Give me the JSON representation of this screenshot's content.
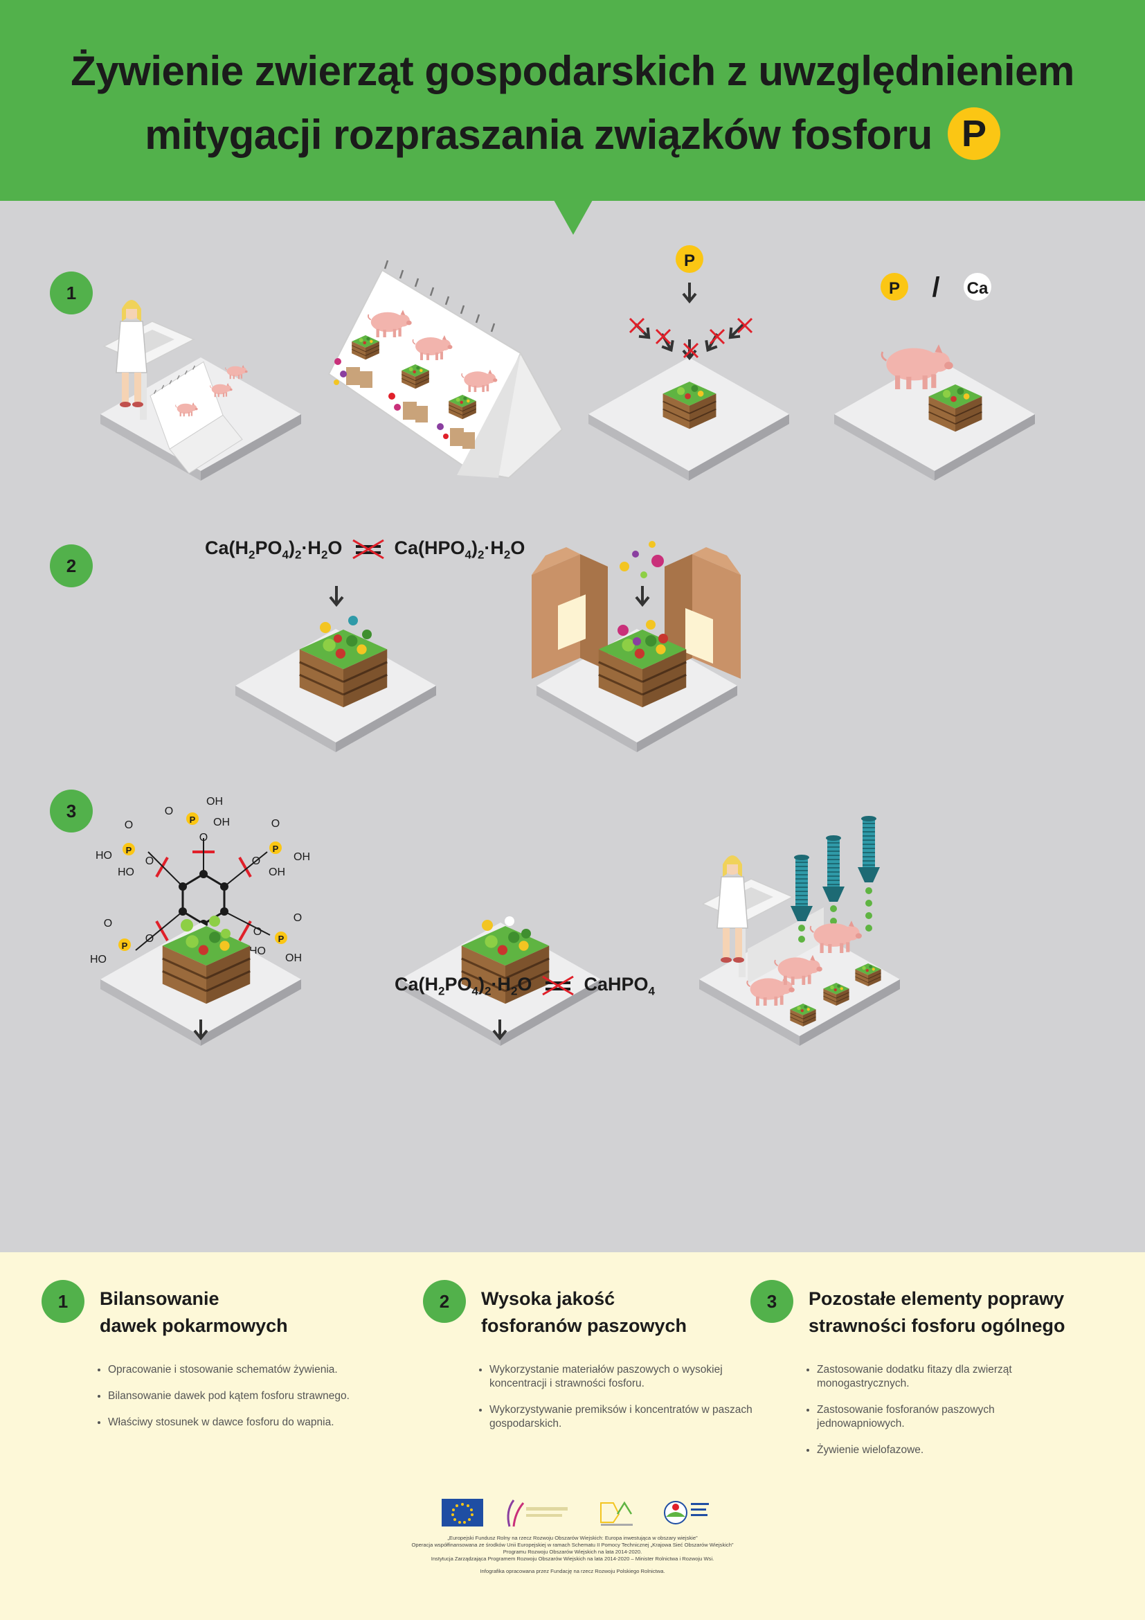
{
  "title": {
    "line1": "Żywienie zwierząt gospodarskich z uwzględnieniem",
    "line2": "mitygacji rozpraszania związków fosforu",
    "badge": "P"
  },
  "colors": {
    "header_green": "#52b14b",
    "phosphorus_yellow": "#fbc614",
    "background_gray": "#d2d2d4",
    "footer_cream": "#fdf8d8",
    "cross_red": "#e0202a"
  },
  "steps": [
    {
      "number": "1"
    },
    {
      "number": "2"
    },
    {
      "number": "3"
    }
  ],
  "row1": {
    "p_label": "P",
    "ratio_p": "P",
    "ratio_slash": "/",
    "ratio_ca": "Ca"
  },
  "row2": {
    "formula_left": [
      "Ca(H",
      "2",
      "PO",
      "4",
      ")",
      "2",
      "·H",
      "2",
      "O"
    ],
    "formula_right": [
      "Ca(HPO",
      "4",
      ")",
      "2",
      "·H",
      "2",
      "O"
    ]
  },
  "row3": {
    "formula_left": [
      "Ca(H",
      "2",
      "PO",
      "4",
      ")",
      "2",
      "·H",
      "2",
      "O"
    ],
    "formula_right": [
      "CaHPO",
      "4"
    ],
    "molecule_labels": {
      "phosphorus": "P",
      "oxygen": "O",
      "hydroxyl_left": "HO",
      "hydroxyl_right": "OH"
    }
  },
  "summary": [
    {
      "number": "1",
      "title_line1": "Bilansowanie",
      "title_line2": "dawek pokarmowych",
      "bullets": [
        "Opracowanie i stosowanie schematów żywienia.",
        "Bilansowanie dawek pod kątem fosforu strawnego.",
        "Właściwy stosunek w dawce fosforu do wapnia."
      ]
    },
    {
      "number": "2",
      "title_line1": "Wysoka jakość",
      "title_line2": "fosforanów paszowych",
      "bullets": [
        "Wykorzystanie materiałów paszowych o wysokiej koncentracji i strawności fosforu.",
        "Wykorzystywanie premiksów i koncentratów w paszach gospodarskich."
      ]
    },
    {
      "number": "3",
      "title_line1": "Pozostałe elementy poprawy",
      "title_line2": "strawności fosforu ogólnego",
      "bullets": [
        "Zastosowanie dodatku fitazy dla zwierząt monogastrycznych.",
        "Zastosowanie fosforanów paszowych jednowapniowych.",
        "Żywienie wielofazowe."
      ]
    }
  ],
  "footer": {
    "logos": [
      "eu-flag-logo",
      "ksow-logo",
      "fdpa-logo",
      "prow-logo"
    ],
    "fineprint": [
      "„Europejski Fundusz Rolny na rzecz Rozwoju Obszarów Wiejskich: Europa inwestująca w obszary wiejskie”",
      "Operacja współfinansowana ze środków Unii Europejskiej w ramach Schematu II Pomocy Technicznej „Krajowa Sieć Obszarów Wiejskich”",
      "Programu Rozwoju Obszarów Wiejskich na lata 2014-2020.",
      "Instytucja Zarządzająca Programem Rozwoju Obszarów Wiejskich na lata 2014-2020 – Minister Rolnictwa i Rozwoju Wsi.",
      "Infografika opracowana przez Fundację na rzecz Rozwoju Polskiego Rolnictwa."
    ]
  }
}
